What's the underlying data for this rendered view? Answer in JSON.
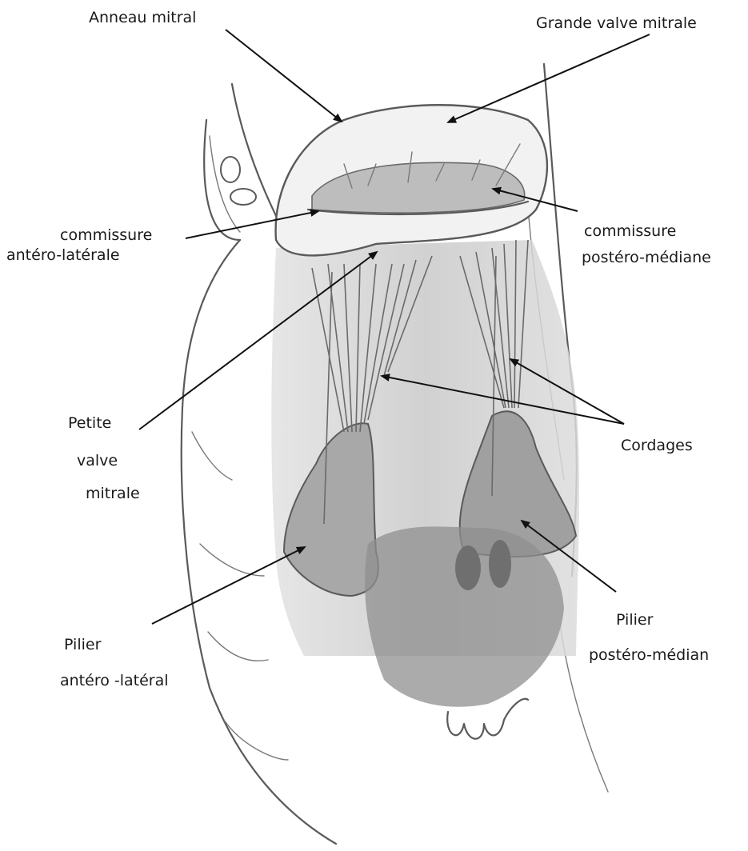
{
  "labels": {
    "anneau_mitral": "Anneau mitral",
    "grande_valve": "Grande valve  mitrale",
    "commissure_al_1": "commissure",
    "commissure_al_2": "antéro-latérale",
    "commissure_pm_1": "commissure",
    "commissure_pm_2": "postéro-médiane",
    "petite_valve_1": "Petite",
    "petite_valve_2": "valve",
    "petite_valve_3": "mitrale",
    "cordages": "Cordages",
    "pilier_al_1": "Pilier",
    "pilier_al_2": "antéro -latéral",
    "pilier_pm_1": "Pilier",
    "pilier_pm_2": "postéro-médian"
  },
  "colors": {
    "pencil": "#5a5a5a",
    "shade_light": "#d6d6d6",
    "shade_mid": "#b4b4b4",
    "shade_dark": "#8a8a8a",
    "arrow": "#111111"
  }
}
